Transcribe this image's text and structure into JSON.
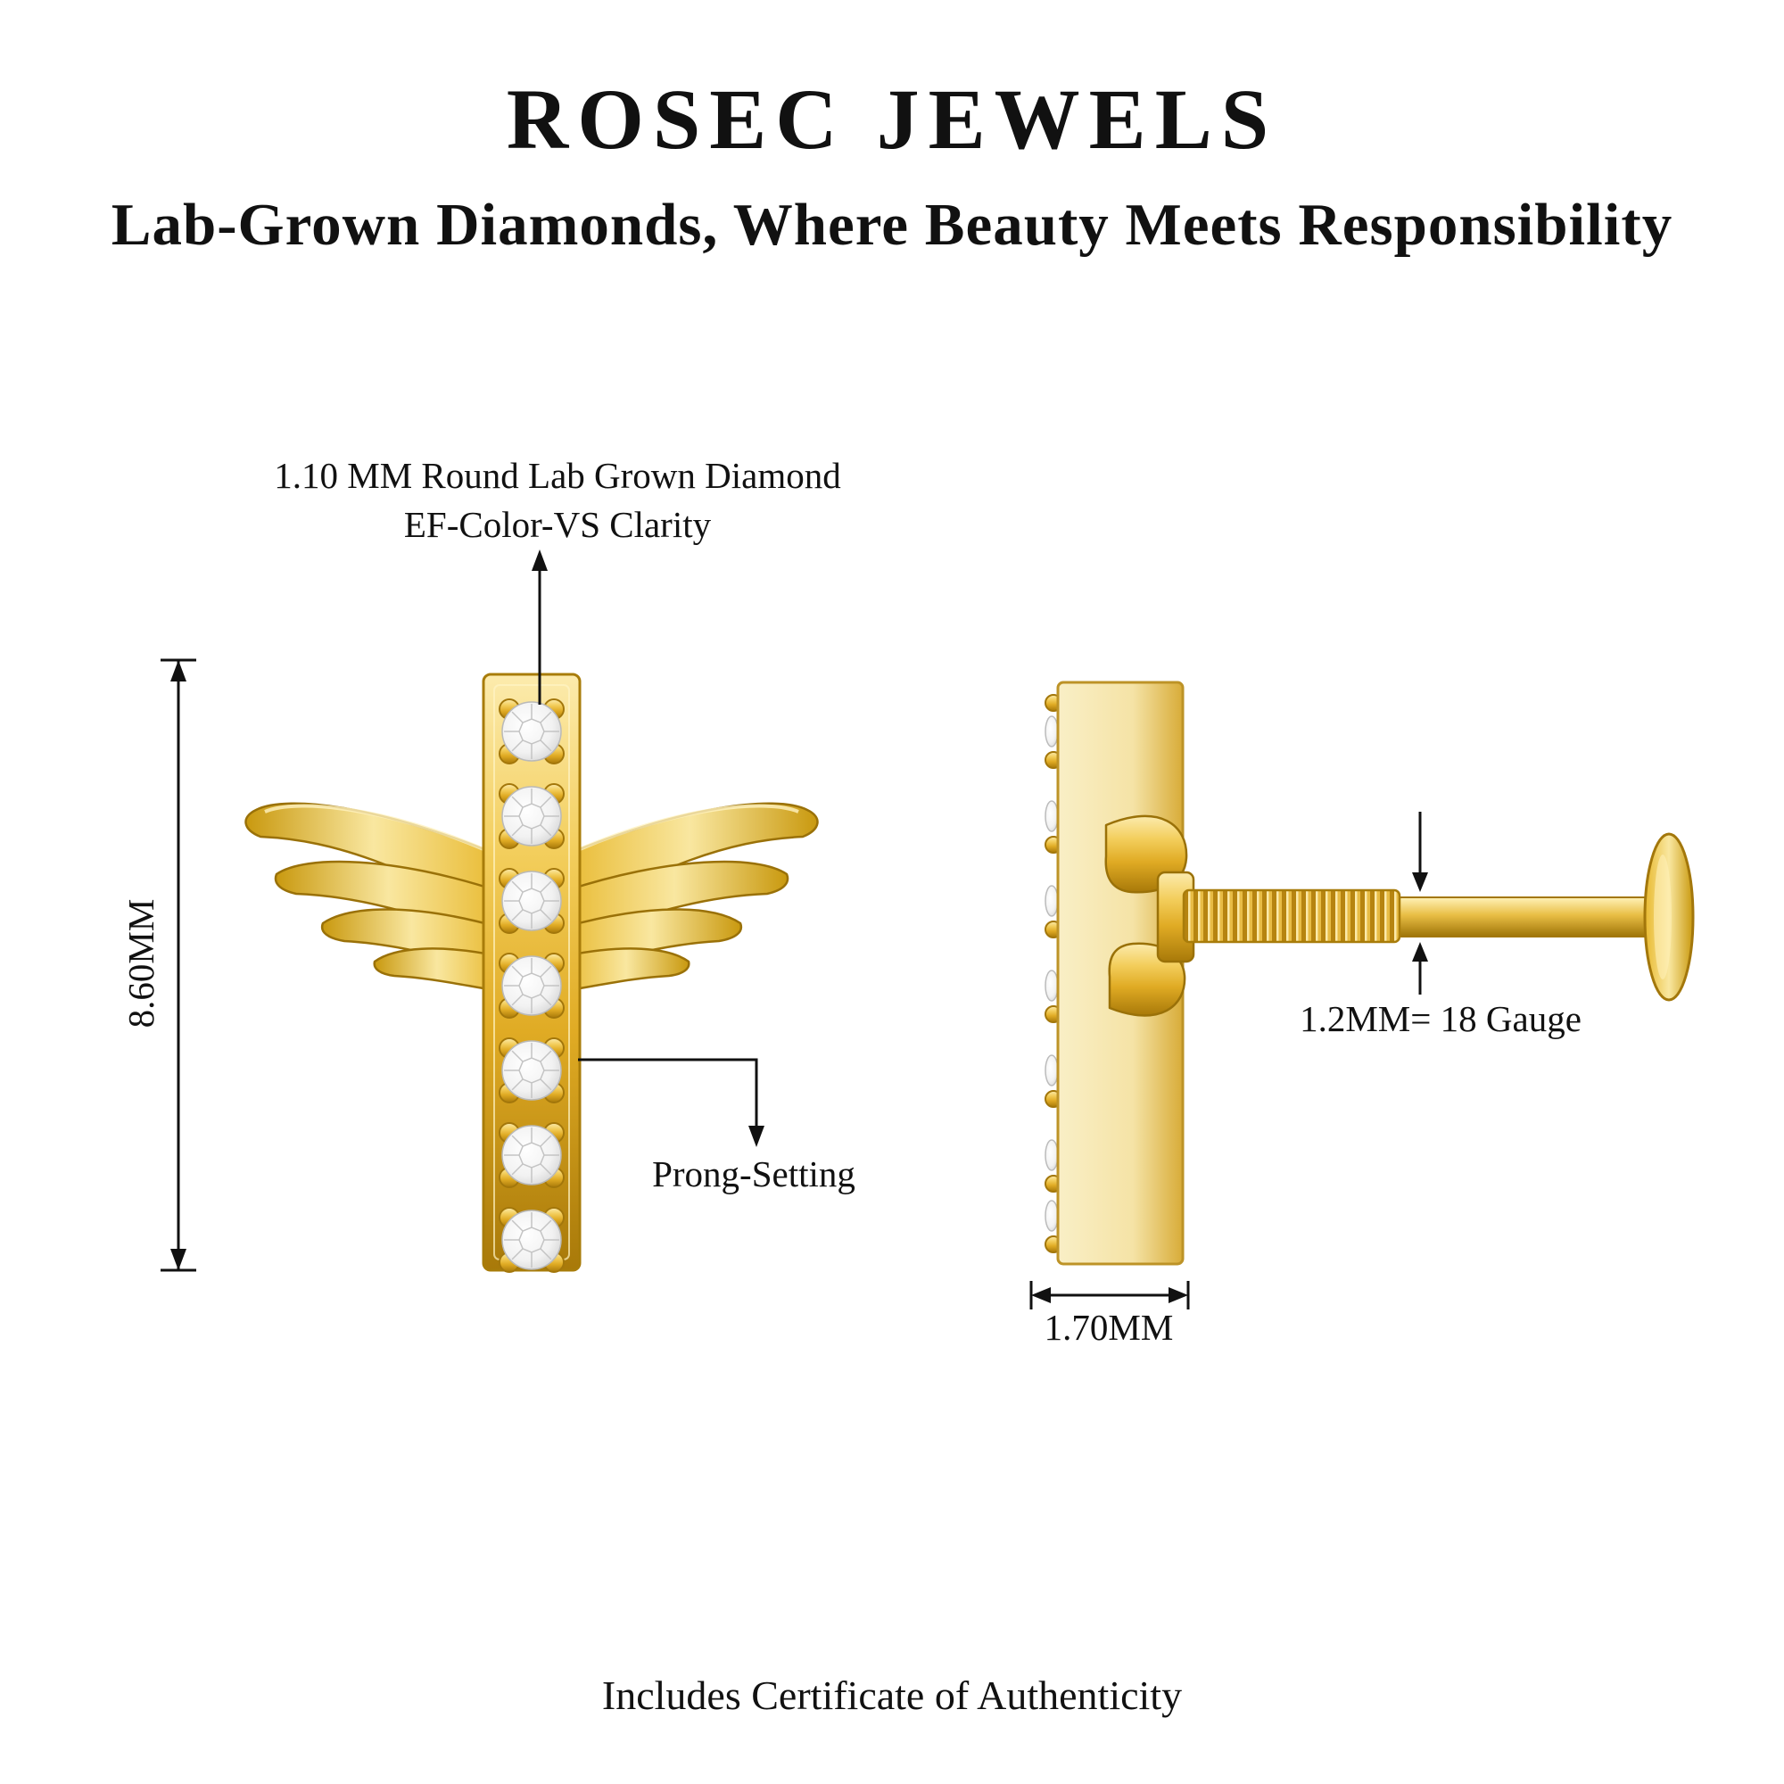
{
  "header": {
    "brand": "ROSEC JEWELS",
    "tagline": "Lab-Grown Diamonds, Where Beauty Meets Responsibility"
  },
  "annotations": {
    "diamond_spec_line1": "1.10 MM Round Lab Grown Diamond",
    "diamond_spec_line2": "EF-Color-VS Clarity",
    "height": "8.60MM",
    "prong": "Prong-Setting",
    "gauge": "1.2MM= 18 Gauge",
    "width": "1.70MM"
  },
  "footer": {
    "certificate": "Includes Certificate of Authenticity"
  },
  "colors": {
    "gold_light": "#FCEBAD",
    "gold_mid": "#E0AB24",
    "gold_dark": "#A87909",
    "diamond_white": "#FFFFFF",
    "line": "#111111",
    "background": "#FFFFFF"
  }
}
